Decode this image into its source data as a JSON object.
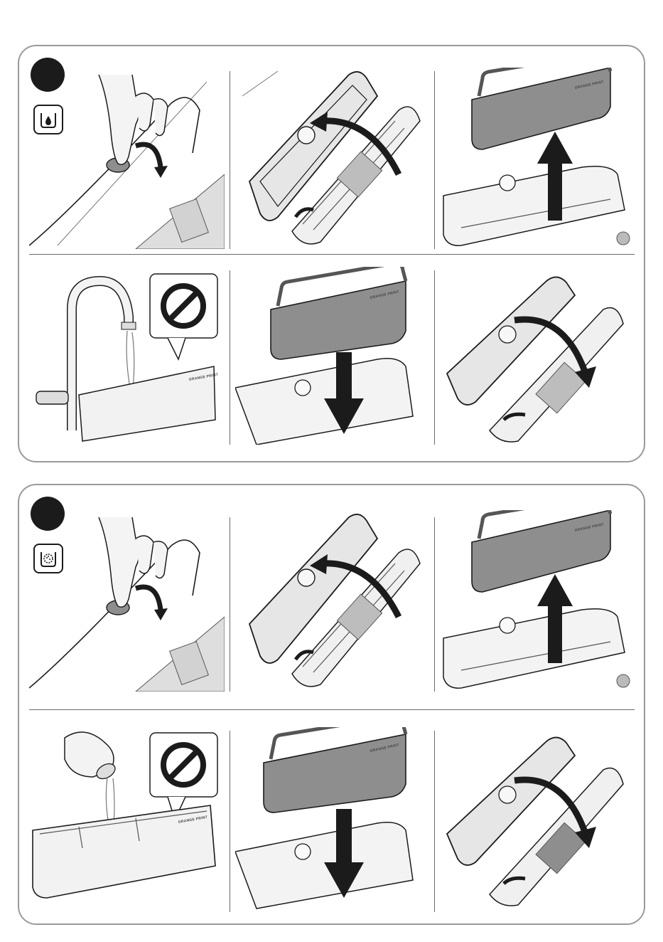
{
  "colors": {
    "panel_border": "#9a9a9a",
    "outline": "#1b1b1b",
    "tray_fill": "#8e8e8e",
    "appliance_fill": "#ededed",
    "water_tray_fill": "#f2f2f2"
  },
  "sections": [
    {
      "mode_icon": "water-drop-icon",
      "rows": [
        [
          "press-lid-button",
          "open-lid",
          "lift-tray-out"
        ],
        [
          "tap-rinse-prohibited",
          "insert-tray-down",
          "close-lid"
        ]
      ],
      "brand_text": "ORANGE PRINT"
    },
    {
      "mode_icon": "scented-liquid-icon",
      "rows": [
        [
          "press-lid-button",
          "open-lid",
          "lift-tray-out"
        ],
        [
          "pour-liquid-prohibited",
          "insert-tray-down",
          "close-lid"
        ]
      ],
      "brand_text": "ORANGE PRINT"
    }
  ]
}
